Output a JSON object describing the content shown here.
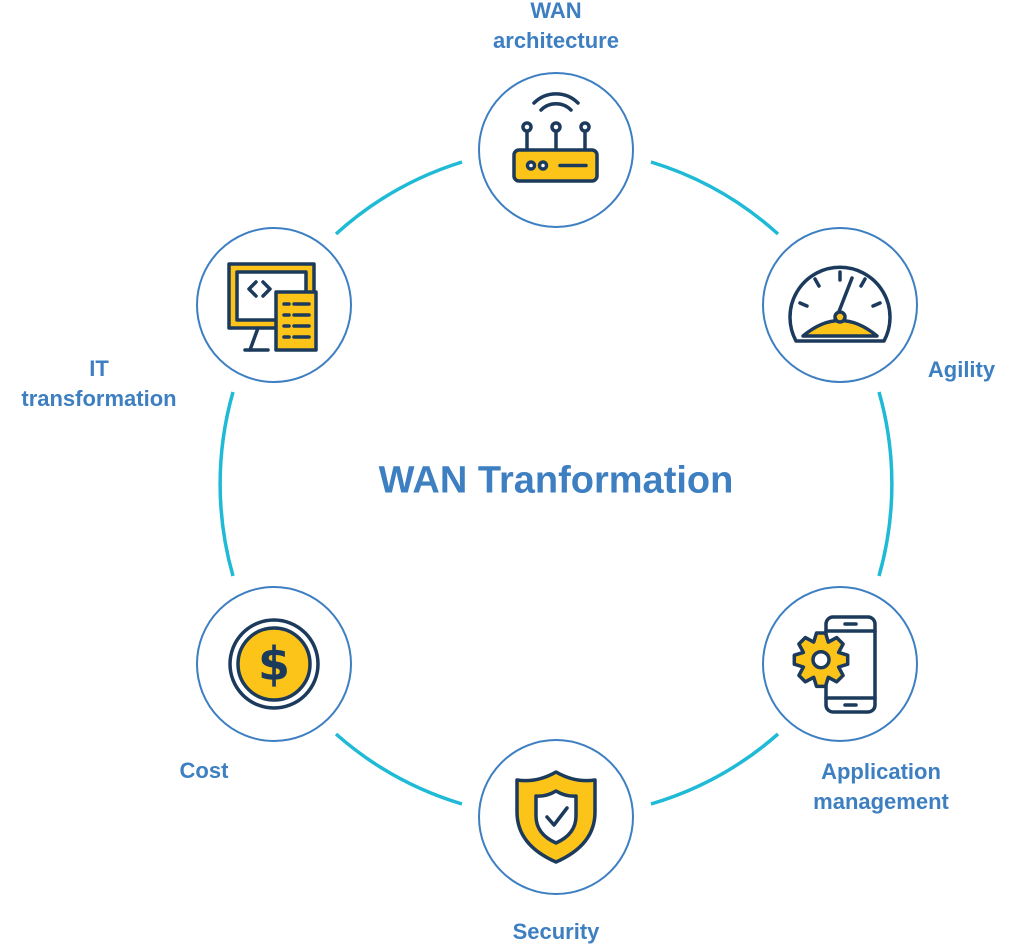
{
  "title": "WAN Tranformation",
  "colors": {
    "ring": "#1ebad6",
    "node_border": "#3d7fc1",
    "text": "#3d7fc1",
    "icon_dark": "#1b3a5c",
    "icon_fill": "#fcc419"
  },
  "nodes": [
    {
      "id": "wan-architecture",
      "icon": "router-icon",
      "label_lines": [
        "WAN",
        "architecture"
      ]
    },
    {
      "id": "agility",
      "icon": "speedometer-icon",
      "label_lines": [
        "Agility"
      ]
    },
    {
      "id": "application-management",
      "icon": "phone-gear-icon",
      "label_lines": [
        "Application",
        "management"
      ]
    },
    {
      "id": "security",
      "icon": "shield-check-icon",
      "label_lines": [
        "Security"
      ]
    },
    {
      "id": "cost",
      "icon": "dollar-coin-icon",
      "label_lines": [
        "Cost"
      ]
    },
    {
      "id": "it-transformation",
      "icon": "code-monitor-icon",
      "label_lines": [
        "IT",
        "transformation"
      ]
    }
  ]
}
